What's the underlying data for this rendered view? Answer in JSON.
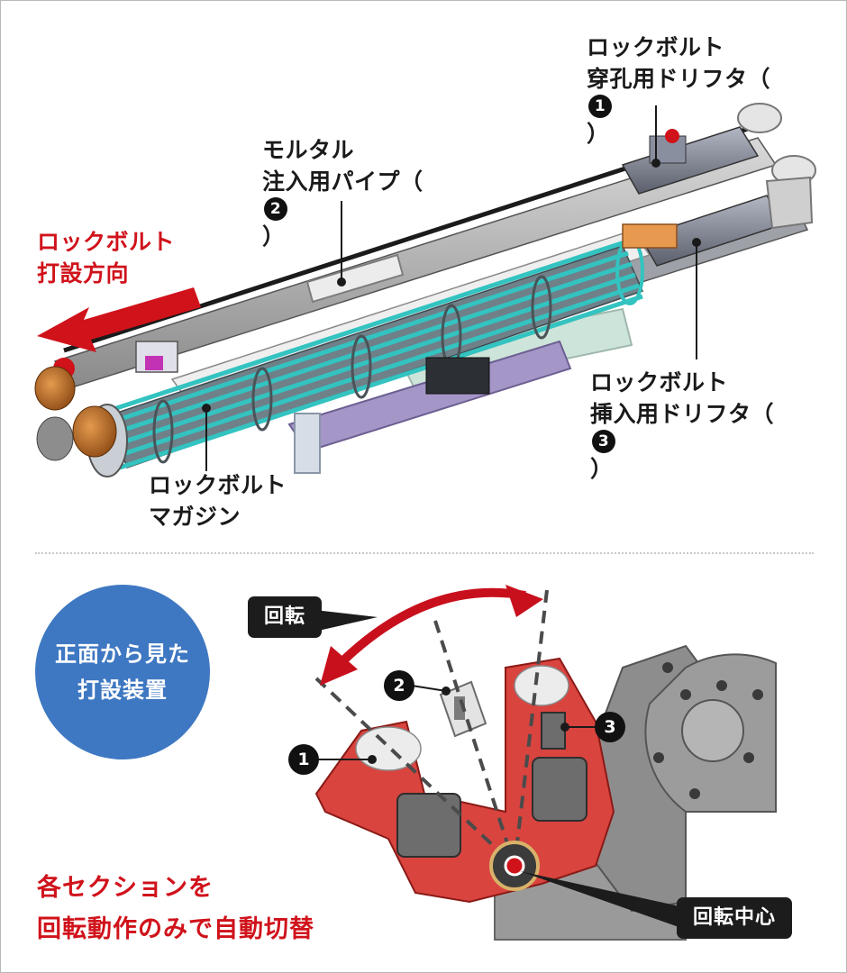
{
  "labels": {
    "drill_drifter": {
      "line1": "ロックボルト",
      "line2": "穿孔用ドリフタ（",
      "num": "1",
      "close": "）"
    },
    "mortar_pipe": {
      "line1": "モルタル",
      "line2": "注入用パイプ（",
      "num": "2",
      "close": "）"
    },
    "direction": {
      "line1": "ロックボルト",
      "line2": "打設方向"
    },
    "insert_drifter": {
      "line1": "ロックボルト",
      "line2": "挿入用ドリフタ（",
      "num": "3",
      "close": "）"
    },
    "magazine": {
      "line1": "ロックボルト",
      "line2": "マガジン"
    }
  },
  "front_view": {
    "line1": "正面から見た",
    "line2": "打設装置"
  },
  "tags": {
    "rotation": "回転",
    "rotation_center": "回転中心"
  },
  "markers": [
    "1",
    "2",
    "3"
  ],
  "caption": {
    "line1": "各セクションを",
    "line2": "回転動作のみで自動切替"
  },
  "colors": {
    "accent_red": "#d0121b",
    "circle_blue": "#3f78c2",
    "tag_black": "#1c1c1c",
    "rod_cyan": "#33c3c0"
  }
}
